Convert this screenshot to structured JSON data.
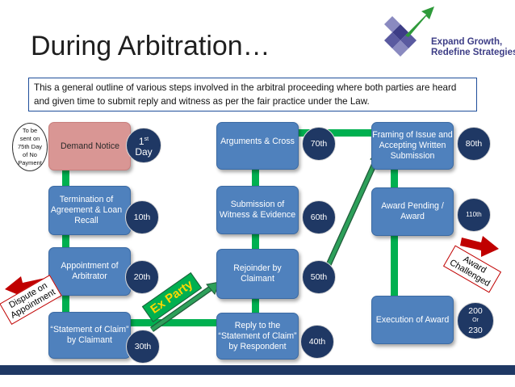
{
  "title": "During Arbitration…",
  "logo": {
    "line1": "Expand Growth,",
    "line2": "Redefine Strategies"
  },
  "intro": "This a general outline of various steps involved in the arbitral proceeding where both parties are heard and given time to submit reply and witness as per the fair practice under the Law.",
  "note": {
    "line1": "To be",
    "line2": "sent on",
    "line3": "75th Day",
    "line4": "of No",
    "line5": "Payment"
  },
  "steps": {
    "demand_notice": "Demand Notice",
    "termination": "Termination of Agreement & Loan Recall",
    "appointment": "Appointment of Arbitrator",
    "statement": "“Statement of Claim” by Claimant",
    "reply": "Reply to the “Statement of Claim” by Respondent",
    "rejoinder": "Rejoinder by Claimant",
    "submission_witness": "Submission of Witness & Evidence",
    "arguments": "Arguments & Cross",
    "framing": "Framing of Issue and Accepting Written Submission",
    "award_pending": "Award Pending / Award",
    "execution": "Execution of Award"
  },
  "days": {
    "d1_num": "1",
    "d1_sup": "st",
    "d1_word": "Day",
    "d10": "10th",
    "d20": "20th",
    "d30": "30th",
    "d40": "40th",
    "d50": "50th",
    "d60": "60th",
    "d70": "70th",
    "d80": "80th",
    "d110": "110th",
    "d200": "200",
    "d_or": "Or",
    "d230": "230"
  },
  "labels": {
    "ex_party": "Ex Party",
    "dispute_line1": "Dispute on",
    "dispute_line2": "Appointment",
    "award_line1": "Award",
    "award_line2": "Challenged"
  },
  "colors": {
    "box_blue": "#4f81bd",
    "demand_pink": "#d99694",
    "circle_navy": "#1f3864",
    "connector_green": "#00b050",
    "arrow_red": "#c00000"
  }
}
